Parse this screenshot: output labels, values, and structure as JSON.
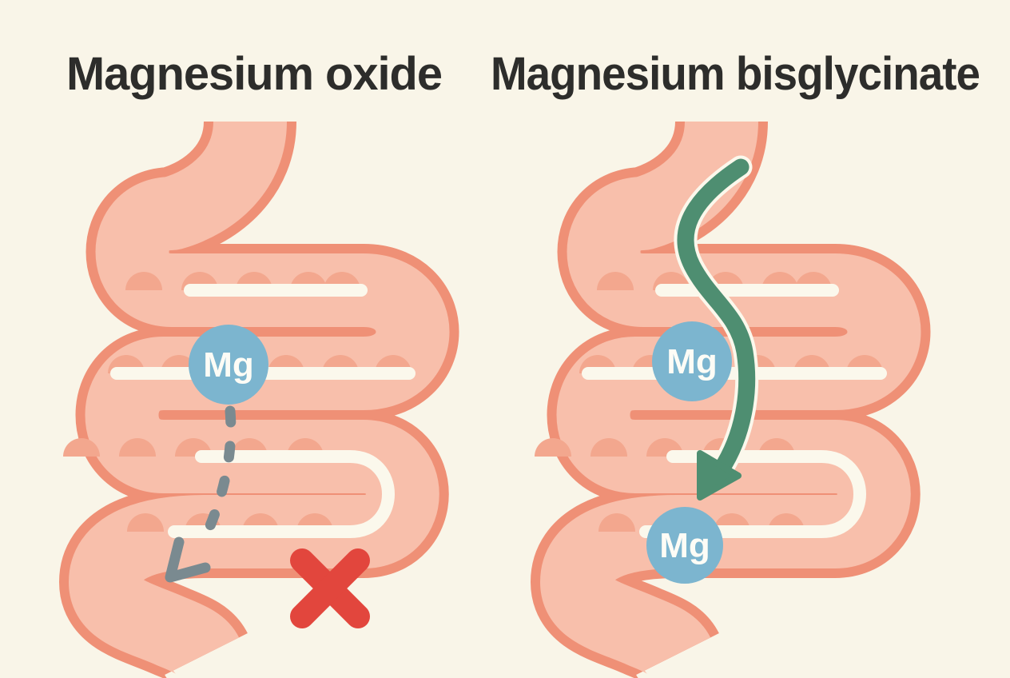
{
  "panels": {
    "left": {
      "title": "Magnesium oxide",
      "ion_label": "Mg",
      "outcome_icon": "red-cross-icon",
      "arrow_style": "dashed-gray-poor-absorption"
    },
    "right": {
      "title": "Magnesium bisglycinate",
      "ion_label_upper": "Mg",
      "ion_label_lower": "Mg",
      "arrow_style": "solid-green-absorbed"
    }
  },
  "colors": {
    "background": "#F9F5E8",
    "intestine_fill": "#F8BFAB",
    "intestine_outline": "#EF9076",
    "villi": "#F3A78E",
    "lumen": "#FBF8EC",
    "ion_circle": "#7CB5CF",
    "ion_text": "#FDFCF6",
    "title_text": "#2D2D2B",
    "dashed_arrow": "#7A8A90",
    "absorbed_arrow": "#4E8E71",
    "cross": "#E2463D"
  }
}
